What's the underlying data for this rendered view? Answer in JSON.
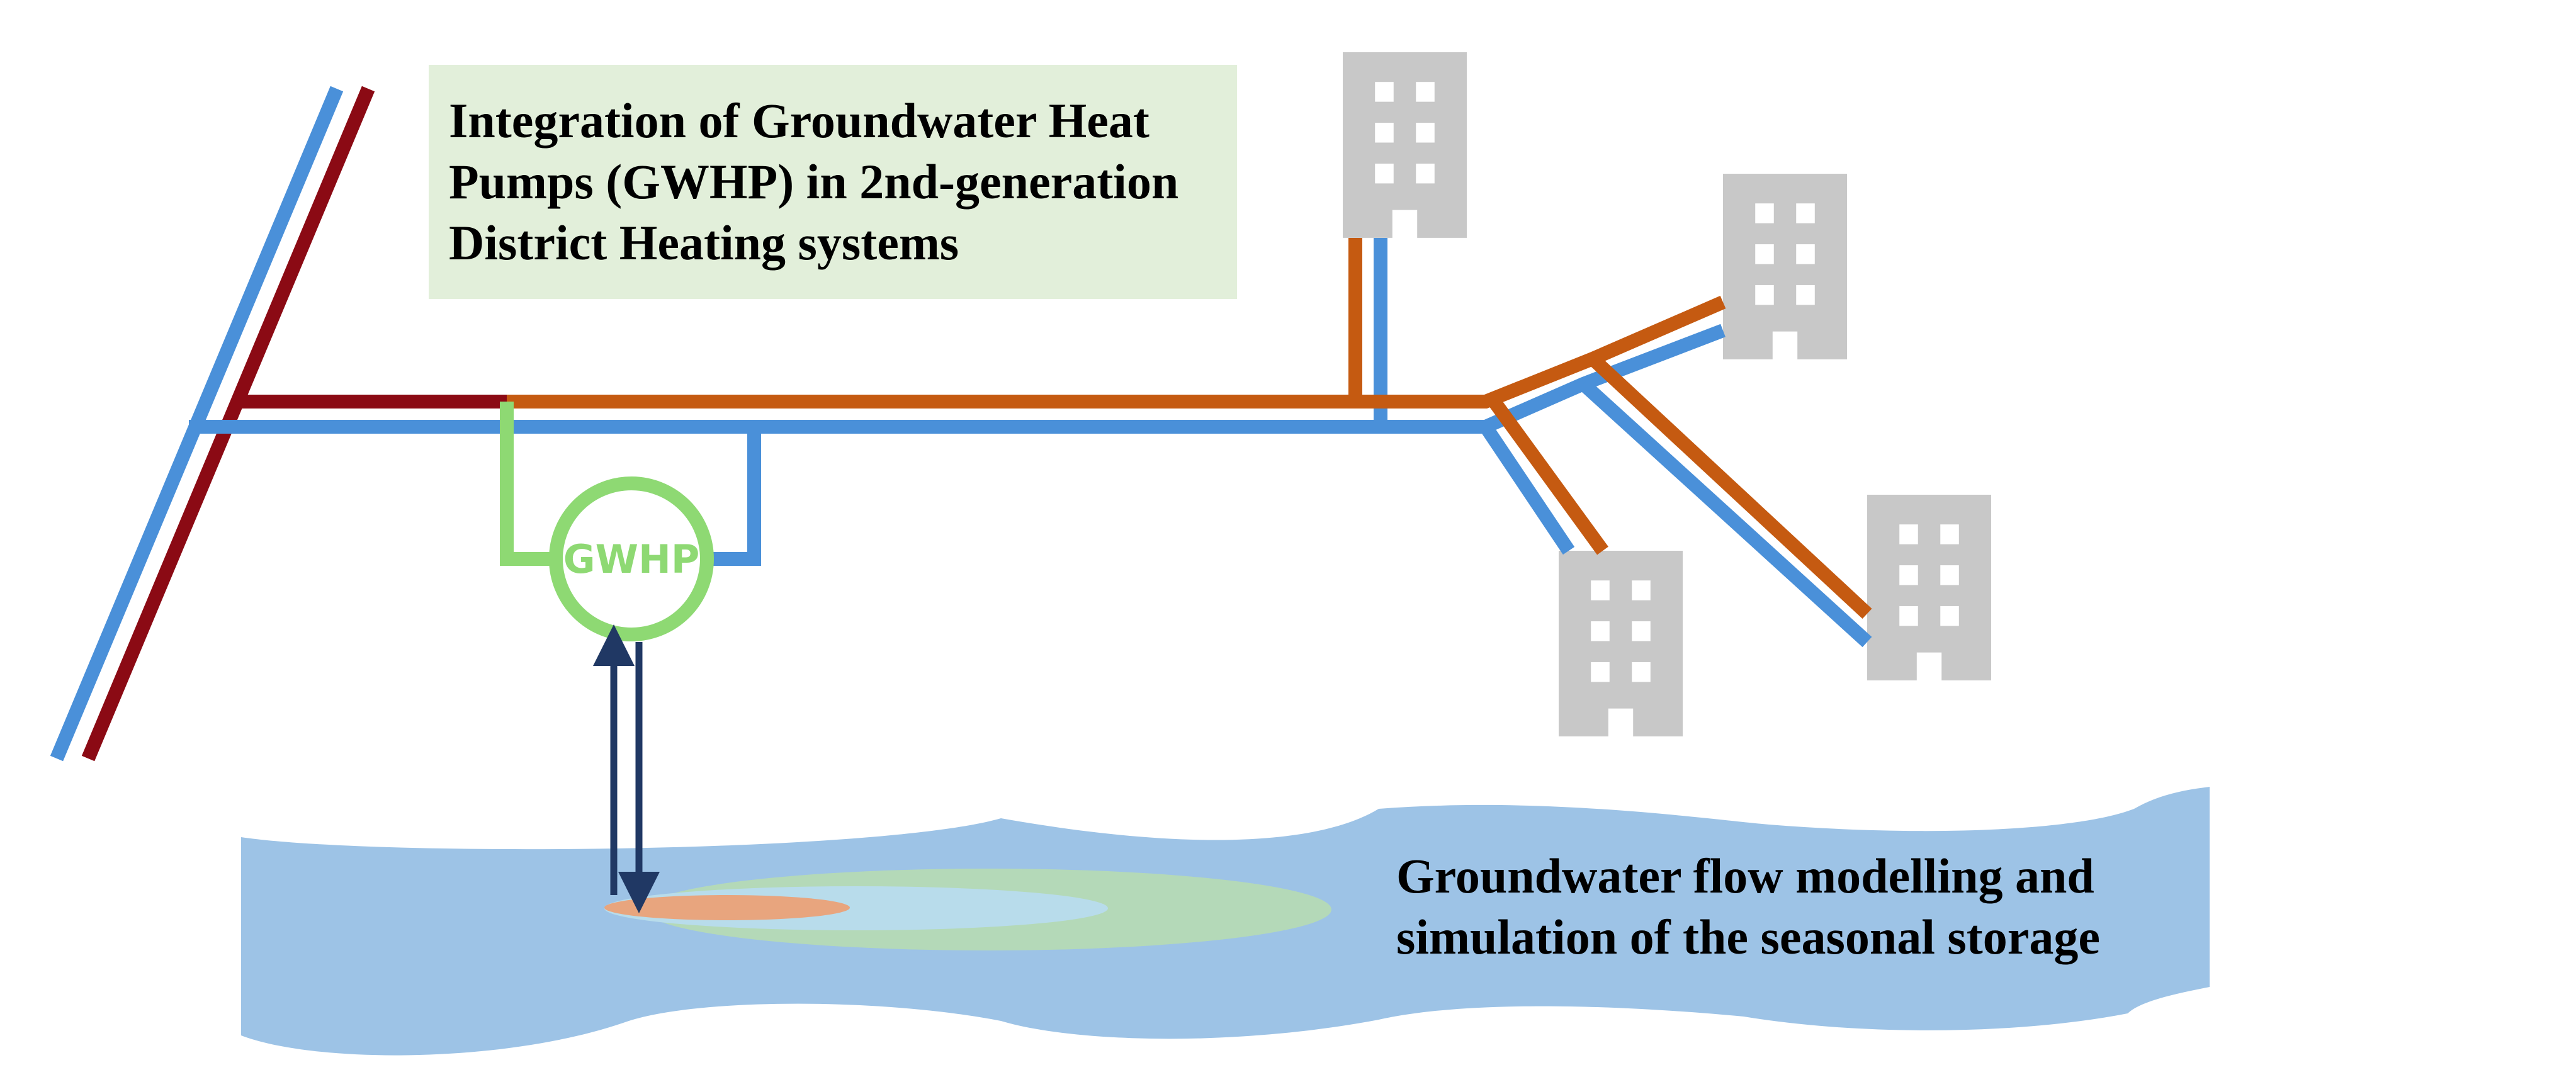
{
  "title_box": {
    "lines": [
      "Integration of Groundwater Heat",
      "Pumps (GWHP) in 2nd-generation",
      "District Heating systems"
    ]
  },
  "gwhp": {
    "label": "GWHP"
  },
  "aquifer": {
    "lines": [
      "Groundwater flow modelling and",
      "simulation of the seasonal storage"
    ]
  },
  "colors": {
    "supply_main": "#8B0A14",
    "return_line": "#4A90D9",
    "supply_district": "#C55A11",
    "gwhp": "#8ED973",
    "building": "#C8C8C8",
    "title_box_fill": "#E2EFDA",
    "aquifer_water": "#9DC3E6",
    "plume_outer": "#B4D9B8",
    "plume_inner": "#B8DCEB",
    "plume_hot": "#E8A57E",
    "well_arrows": "#203864"
  },
  "icons": [
    "building-icon",
    "arrow-up-icon",
    "arrow-down-icon"
  ]
}
